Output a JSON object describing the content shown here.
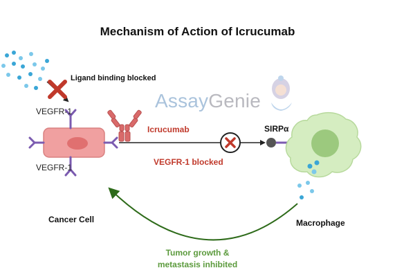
{
  "title": "Mechanism of Action of Icrucumab",
  "labels": {
    "ligand_blocked": "Ligand binding blocked",
    "vegfr1_top": "VEGFR-1",
    "vegfr1_bottom": "VEGFR-1",
    "drug": "Icrucumab",
    "vegfr1_blocked": "VEGFR-1 blocked",
    "receptor": "SIRPα",
    "cancer_cell": "Cancer Cell",
    "macrophage": "Macrophage",
    "outcome_line1": "Tumor growth &",
    "outcome_line2": "metastasis inhibited"
  },
  "watermark": {
    "part1": "Assay",
    "part2": "Genie"
  },
  "colors": {
    "title": "#111111",
    "red_label": "#c0392b",
    "green_label": "#5b9a3c",
    "arrow_green": "#2e6b1a",
    "cancer_cell_fill": "#f0a0a0",
    "cancer_nucleus": "#e07070",
    "receptor": "#7b5bb0",
    "antibody": "#d96a6a",
    "macrophage_fill": "#d5edc1",
    "macrophage_nucleus": "#9cc97e",
    "ligand_dots": "#3aa6d6"
  },
  "icons": [
    "block-x-icon",
    "inhibition-x-icon",
    "genie-logo-icon",
    "antibody-icon"
  ]
}
